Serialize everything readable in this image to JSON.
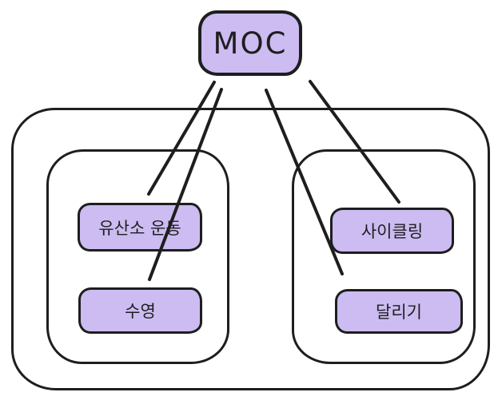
{
  "diagram": {
    "title": "MOC exercise mind map",
    "colors": {
      "background": "#ffffff",
      "stroke": "#1e1e1e",
      "node_fill": "#ccbcf2"
    },
    "root_node": {
      "label": "MOC"
    },
    "groups": [
      {
        "id": "left-group",
        "nodes": [
          {
            "label": "유산소 운동"
          },
          {
            "label": "수영"
          }
        ]
      },
      {
        "id": "right-group",
        "nodes": [
          {
            "label": "사이클링"
          },
          {
            "label": "달리기"
          }
        ]
      }
    ],
    "edges": [
      {
        "from": "MOC",
        "to": "유산소 운동"
      },
      {
        "from": "MOC",
        "to": "수영"
      },
      {
        "from": "MOC",
        "to": "달리기"
      },
      {
        "from": "MOC",
        "to": "사이클링"
      }
    ]
  }
}
